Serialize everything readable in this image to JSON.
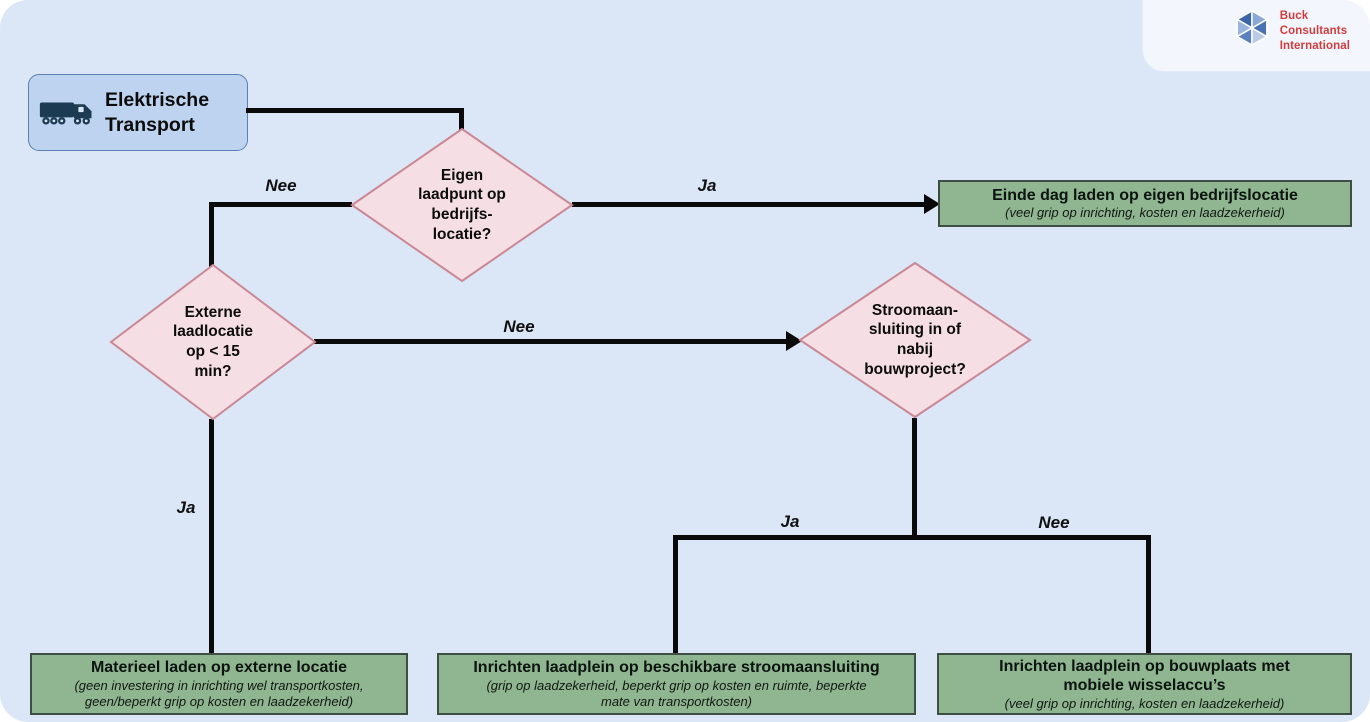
{
  "colors": {
    "background": "#dbe7f7",
    "start_fill": "#bdd3f0",
    "start_border": "#5d7fb3",
    "decision_fill": "#f5dfe4",
    "decision_border": "#cb8794",
    "outcome_fill": "#8fb591",
    "outcome_border": "#3f4e45",
    "connector": "#0a0a0a",
    "logo_text": "#d23c3c"
  },
  "header": {
    "logo": {
      "icon": "bci-hexagon-logo",
      "text": "Buck\nConsultants\nInternational"
    }
  },
  "flowchart": {
    "start": {
      "icon": "truck-icon",
      "label": "Elektrische Transport"
    },
    "decisions": [
      {
        "id": "d1",
        "text": "Eigen\nlaadpunt op\nbedrijfs-\nlocatie?"
      },
      {
        "id": "d2",
        "text": "Externe\nlaadlocatie\nop < 15\nmin?"
      },
      {
        "id": "d3",
        "text": "Stroomaan-\nsluiting in of\nnabij\nbouwproject?"
      }
    ],
    "outcomes": [
      {
        "id": "o1",
        "title": "Einde dag laden op eigen bedrijfslocatie",
        "note": "(veel grip op inrichting, kosten en laadzekerheid)"
      },
      {
        "id": "o2",
        "title": "Materieel laden op externe locatie",
        "note": "(geen investering in inrichting wel transportkosten,\ngeen/beperkt grip op kosten en laadzekerheid)"
      },
      {
        "id": "o3",
        "title": "Inrichten laadplein op beschikbare stroomaansluiting",
        "note": "(grip op laadzekerheid, beperkt grip op kosten en ruimte, beperkte\nmate van transportkosten)"
      },
      {
        "id": "o4",
        "title": "Inrichten laadplein op bouwplaats met\nmobiele wisselaccu’s",
        "note": "(veel grip op inrichting, kosten en laadzekerheid)"
      }
    ],
    "edge_labels": {
      "d1_nee": "Nee",
      "d1_ja": "Ja",
      "d2_nee": "Nee",
      "d2_ja": "Ja",
      "d3_ja": "Ja",
      "d3_nee": "Nee"
    }
  }
}
